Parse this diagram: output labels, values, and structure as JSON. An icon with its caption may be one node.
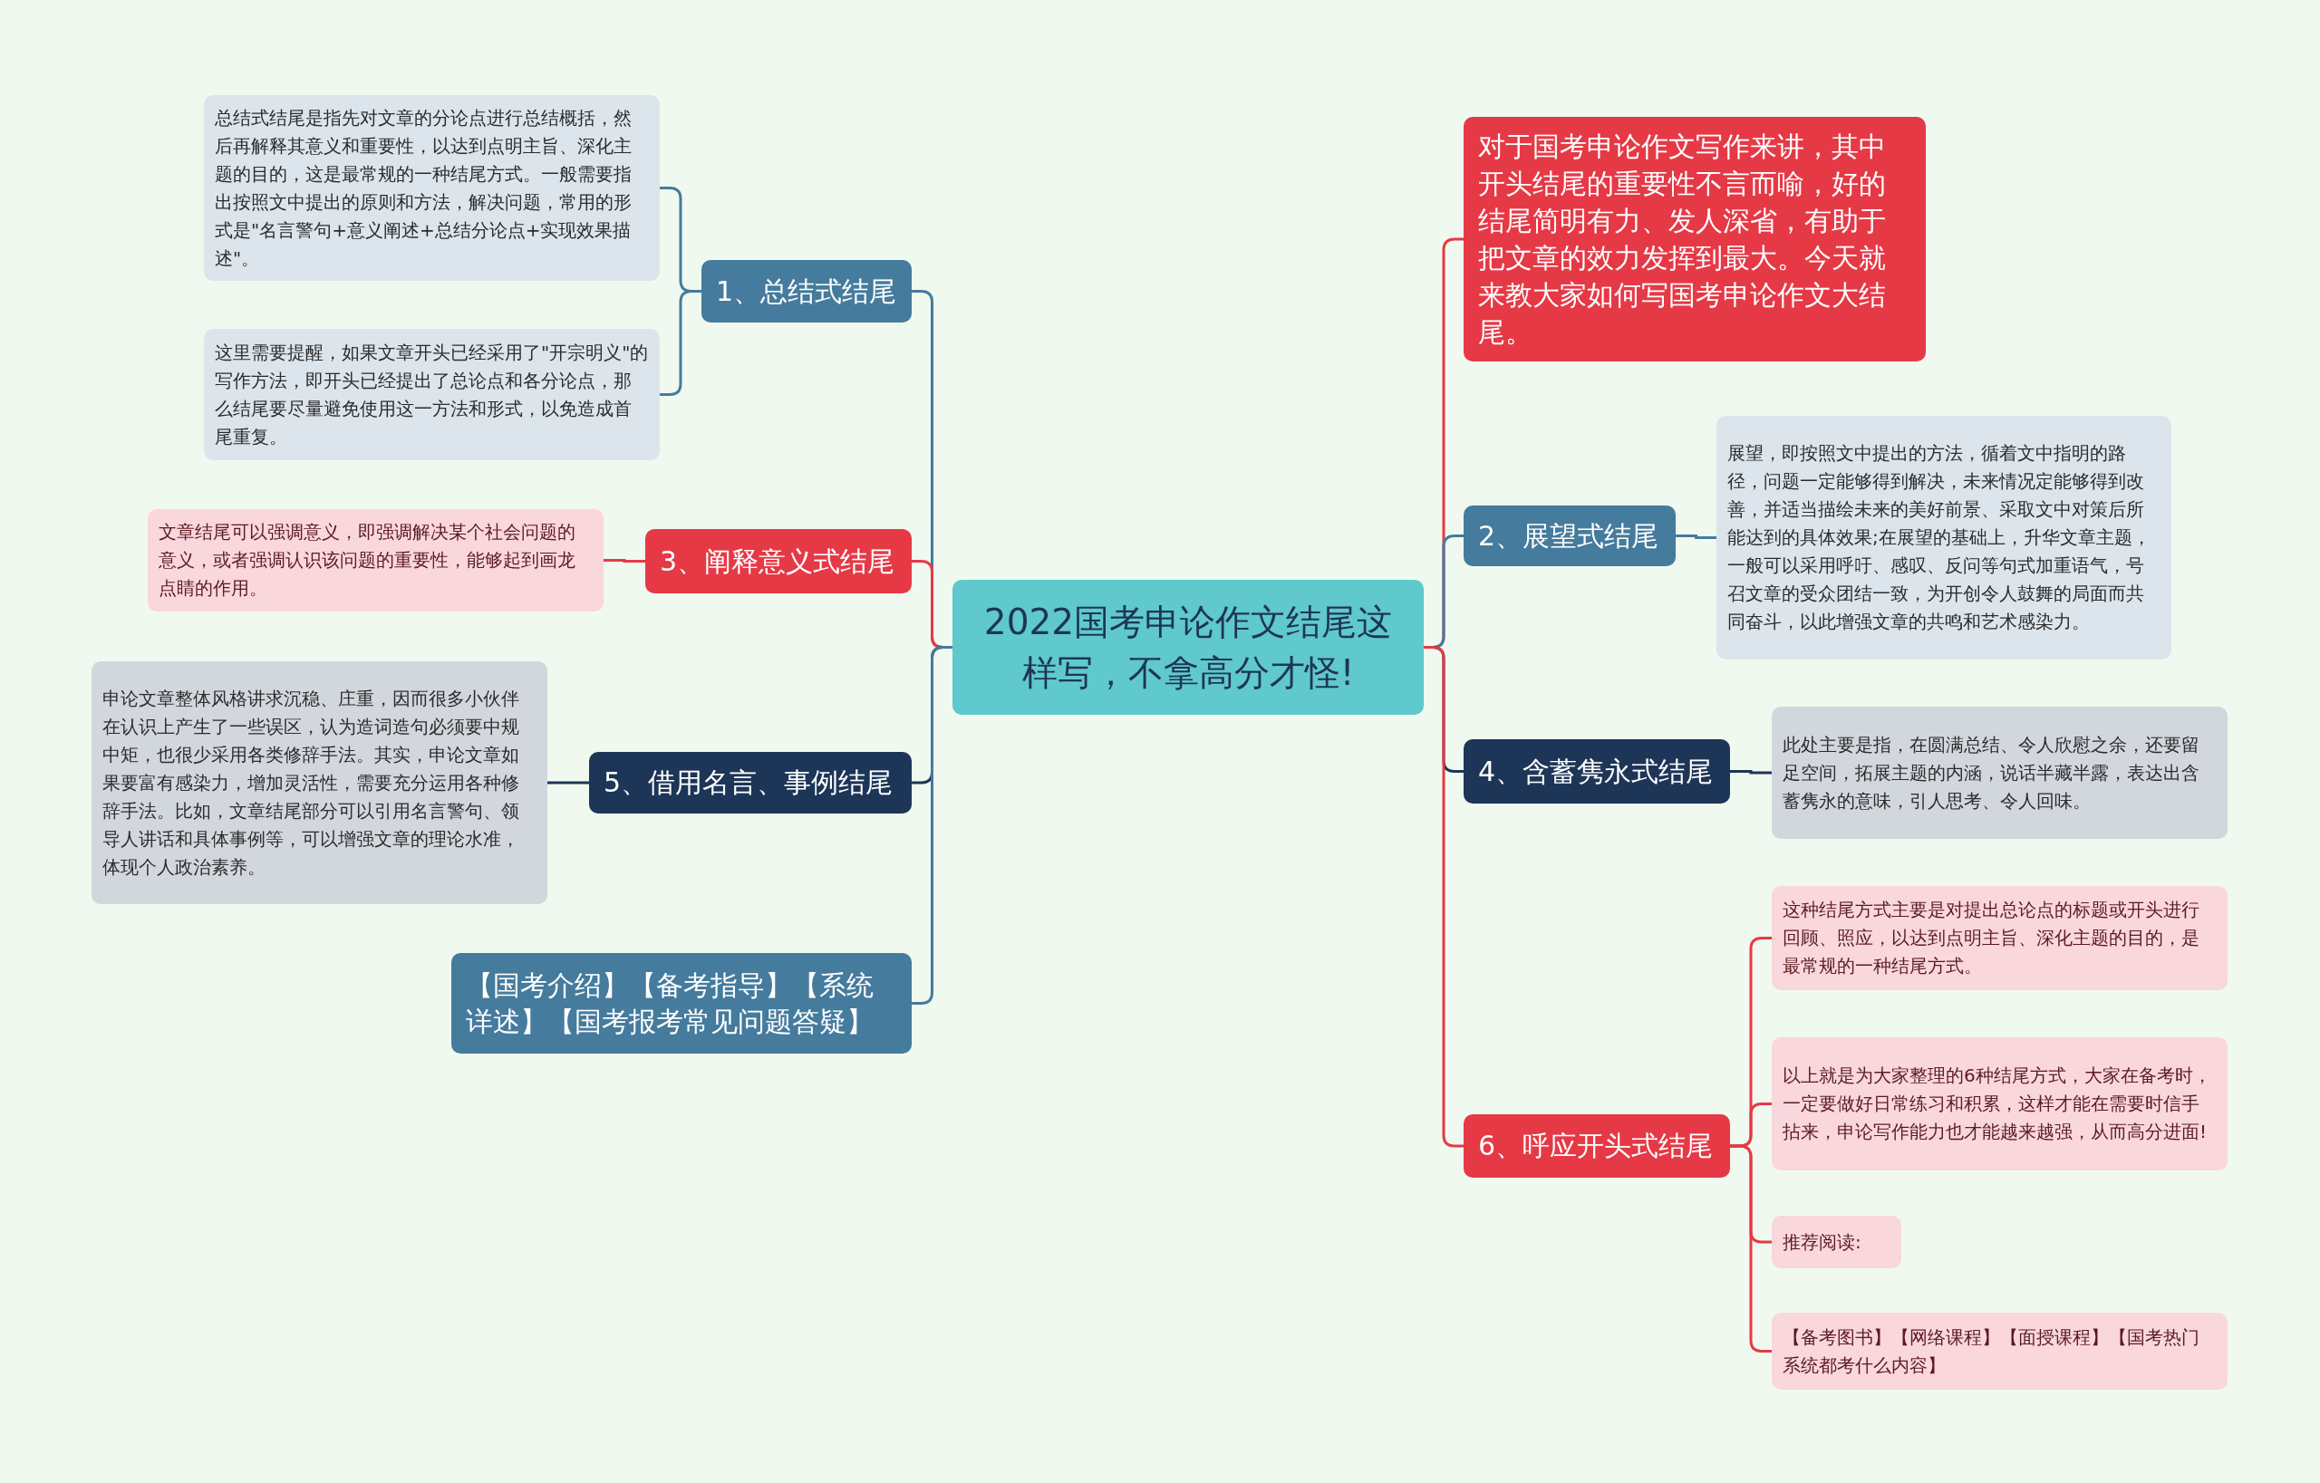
{
  "diagram": {
    "nodes": [
      {
        "text": [
          "2022国考申论作文结尾这样写，不拿高分才怪!"
        ]
      },
      {
        "text": [
          "1、总结式结尾"
        ]
      },
      {
        "text": [
          "总结式结尾是指先对文章的分论点进行总结概括，然后再解释其意义和重要性，以达到点明主旨、深化主题的目的，这是最常规的一种结尾方式。一般需要指出按照文中提出的原则和方法，解决问题，常用的形式是\"名言警句+意义阐述+总结分论点+实现效果描述\"。"
        ]
      },
      {
        "text": [
          "这里需要提醒，如果文章开头已经采用了\"开宗明义\"的写作方法，即开头已经提出了总论点和各分论点，那么结尾要尽量避免使用这一方法和形式，以免造成首尾重复。"
        ]
      },
      {
        "text": [
          "3、阐释意义式结尾"
        ]
      },
      {
        "text": [
          "文章结尾可以强调意义，即强调解决某个社会问题的意义，或者强调认识该问题的重要性，能够起到画龙点睛的作用。"
        ]
      },
      {
        "text": [
          "5、借用名言、事例结尾"
        ]
      },
      {
        "text": [
          "申论文章整体风格讲求沉稳、庄重，因而很多小伙伴在认识上产生了一些误区，认为造词造句必须要中规中矩，也很少采用各类修辞手法。其实，申论文章如果要富有感染力，增加灵活性，需要充分运用各种修辞手法。比如，文章结尾部分可以引用名言警句、领导人讲话和具体事例等，可以增强文章的理论水准，体现个人政治素养。"
        ]
      },
      {
        "text": [
          "【国考介绍】【备考指导】【系统详述】【国考报考常见问题答疑】"
        ]
      },
      {
        "text": [
          "对于国考申论作文写作来讲，其中开头结尾的重要性不言而喻，好的结尾简明有力、发人深省，有助于把文章的效力发挥到最大。今天就来教大家如何写国考申论作文大结尾。"
        ]
      },
      {
        "text": [
          "2、展望式结尾"
        ]
      },
      {
        "text": [
          "展望，即按照文中提出的方法，循着文中指明的路径，问题一定能够得到解决，未来情况定能够得到改善，并适当描绘未来的美好前景、采取文中对策后所能达到的具体效果;在展望的基础上，升华文章主题，一般可以采用呼吁、感叹、反问等句式加重语气，号召文章的受众团结一致，为开创令人鼓舞的局面而共同奋斗，以此增强文章的共鸣和艺术感染力。"
        ]
      },
      {
        "text": [
          "4、含蓄隽永式结尾"
        ]
      },
      {
        "text": [
          "此处主要是指，在圆满总结、令人欣慰之余，还要留足空间，拓展主题的内涵，说话半藏半露，表达出含蓄隽永的意味，引人思考、令人回味。"
        ]
      },
      {
        "text": [
          "6、呼应开头式结尾"
        ]
      },
      {
        "text": [
          "这种结尾方式主要是对提出总论点的标题或开头进行回顾、照应，以达到点明主旨、深化主题的目的，是最常规的一种结尾方式。"
        ]
      },
      {
        "text": [
          "以上就是为大家整理的6种结尾方式，大家在备考时，一定要做好日常练习和积累，这样才能在需要时信手拈来，申论写作能力也才能越来越强，从而高分进面!"
        ]
      },
      {
        "text": [
          "推荐阅读:"
        ]
      },
      {
        "text": [
          "【备考图书】【网络课程】【面授课程】【国考热门系统都考什么内容】"
        ]
      }
    ],
    "edges": [
      {
        "from": 0,
        "to": 1,
        "arrow": "none",
        "color": "#457b9d"
      },
      {
        "from": 1,
        "to": 2,
        "arrow": "none",
        "color": "#457b9d"
      },
      {
        "from": 1,
        "to": 3,
        "arrow": "none",
        "color": "#457b9d"
      },
      {
        "from": 0,
        "to": 4,
        "arrow": "none",
        "color": "#e63946"
      },
      {
        "from": 4,
        "to": 5,
        "arrow": "none",
        "color": "#e63946"
      },
      {
        "from": 0,
        "to": 6,
        "arrow": "none",
        "color": "#1d3557"
      },
      {
        "from": 6,
        "to": 7,
        "arrow": "none",
        "color": "#1d3557"
      },
      {
        "from": 0,
        "to": 8,
        "arrow": "none",
        "color": "#457b9d"
      },
      {
        "from": 0,
        "to": 9,
        "arrow": "none",
        "color": "#e63946"
      },
      {
        "from": 0,
        "to": 10,
        "arrow": "none",
        "color": "#457b9d"
      },
      {
        "from": 10,
        "to": 11,
        "arrow": "none",
        "color": "#457b9d"
      },
      {
        "from": 0,
        "to": 12,
        "arrow": "none",
        "color": "#1d3557"
      },
      {
        "from": 12,
        "to": 13,
        "arrow": "none",
        "color": "#1d3557"
      },
      {
        "from": 0,
        "to": 14,
        "arrow": "none",
        "color": "#e63946"
      },
      {
        "from": 14,
        "to": 15,
        "arrow": "none",
        "color": "#e63946"
      },
      {
        "from": 14,
        "to": 16,
        "arrow": "none",
        "color": "#e63946"
      },
      {
        "from": 14,
        "to": 17,
        "arrow": "none",
        "color": "#e63946"
      },
      {
        "from": 14,
        "to": 18,
        "arrow": "none",
        "color": "#e63946"
      }
    ]
  }
}
